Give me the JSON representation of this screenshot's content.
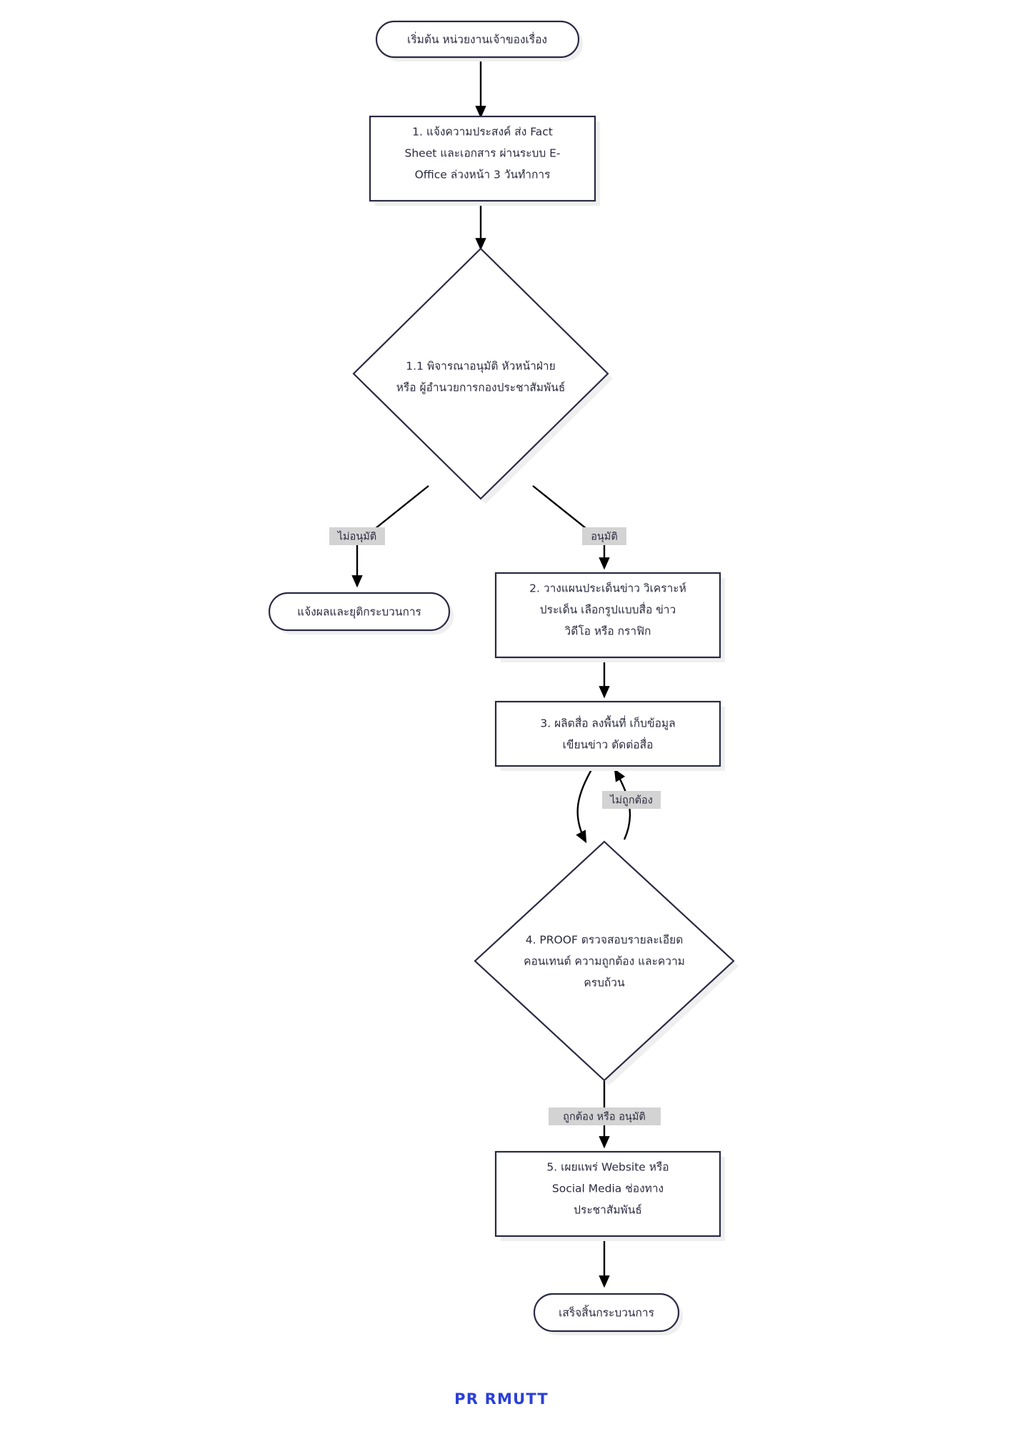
{
  "diagram": {
    "title": "PR RMUTT news publication workflow",
    "type": "flowchart",
    "direction": "top-to-bottom",
    "colors": {
      "node_stroke": "#2a2a43",
      "node_fill": "#ffffff",
      "edge_stroke": "#000000",
      "edge_label_bg": "#d3d3d3",
      "text": "#2b2b40",
      "footer": "#2b3fd8",
      "shadow": "#efefef"
    },
    "nodes": [
      {
        "id": "start",
        "shape": "stadium",
        "lines": [
          "เริ่มต้น หน่วยงานเจ้าของเรื่อง"
        ]
      },
      {
        "id": "step1",
        "shape": "rectangle",
        "lines": [
          "1. แจ้งความประสงค์ ส่ง Fact",
          "Sheet และเอกสาร ผ่านระบบ E-",
          "Office ล่วงหน้า 3 วันทำการ"
        ]
      },
      {
        "id": "decision1",
        "shape": "diamond",
        "lines": [
          "1.1 พิจารณาอนุมัติ หัวหน้าฝ่าย",
          "หรือ ผู้อำนวยการกองประชาสัมพันธ์"
        ]
      },
      {
        "id": "reject",
        "shape": "stadium",
        "lines": [
          "แจ้งผลและยุติกระบวนการ"
        ]
      },
      {
        "id": "step2",
        "shape": "rectangle",
        "lines": [
          "2. วางแผนประเด็นข่าว วิเคราะห์",
          "ประเด็น เลือกรูปแบบสื่อ ข่าว",
          "วิดีโอ หรือ กราฟิก"
        ]
      },
      {
        "id": "step3",
        "shape": "rectangle",
        "lines": [
          "3. ผลิตสื่อ ลงพื้นที่ เก็บข้อมูล",
          "เขียนข่าว ตัดต่อสื่อ"
        ]
      },
      {
        "id": "decision2",
        "shape": "diamond",
        "lines": [
          "4. PROOF ตรวจสอบรายละเอียด",
          "คอนเทนต์ ความถูกต้อง และความ",
          "ครบถ้วน"
        ]
      },
      {
        "id": "step5",
        "shape": "rectangle",
        "lines": [
          "5. เผยแพร่ Website หรือ",
          "Social Media ช่องทาง",
          "ประชาสัมพันธ์"
        ]
      },
      {
        "id": "end",
        "shape": "stadium",
        "lines": [
          "เสร็จสิ้นกระบวนการ"
        ]
      }
    ],
    "edges": [
      {
        "id": "e-start-step1",
        "from": "start",
        "to": "step1",
        "label": ""
      },
      {
        "id": "e-step1-decision1",
        "from": "step1",
        "to": "decision1",
        "label": ""
      },
      {
        "id": "e-decision1-reject",
        "from": "decision1",
        "to": "reject",
        "label": "ไม่อนุมัติ"
      },
      {
        "id": "e-decision1-step2",
        "from": "decision1",
        "to": "step2",
        "label": "อนุมัติ"
      },
      {
        "id": "e-step2-step3",
        "from": "step2",
        "to": "step3",
        "label": ""
      },
      {
        "id": "e-step3-decision2",
        "from": "step3",
        "to": "decision2",
        "label": ""
      },
      {
        "id": "e-decision2-step3",
        "from": "decision2",
        "to": "step3",
        "label": "ไม่ถูกต้อง"
      },
      {
        "id": "e-decision2-step5",
        "from": "decision2",
        "to": "step5",
        "label": "ถูกต้อง หรือ อนุมัติ"
      },
      {
        "id": "e-step5-end",
        "from": "step5",
        "to": "end",
        "label": ""
      }
    ]
  },
  "footer": {
    "brand": "PR RMUTT"
  }
}
